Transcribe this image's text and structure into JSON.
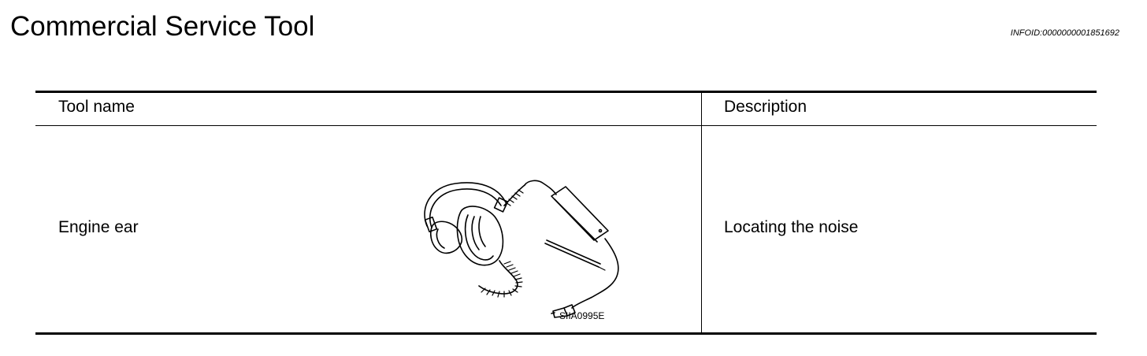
{
  "document": {
    "title": "Commercial Service Tool",
    "info_id": "INFOID:0000000001851692"
  },
  "table": {
    "headers": {
      "tool_name": "Tool name",
      "description": "Description"
    },
    "rows": [
      {
        "tool_name": "Engine ear",
        "description": "Locating the noise",
        "figure_code": "SIIA0995E",
        "illustration": "headset-stethoscope-illustration"
      }
    ]
  }
}
